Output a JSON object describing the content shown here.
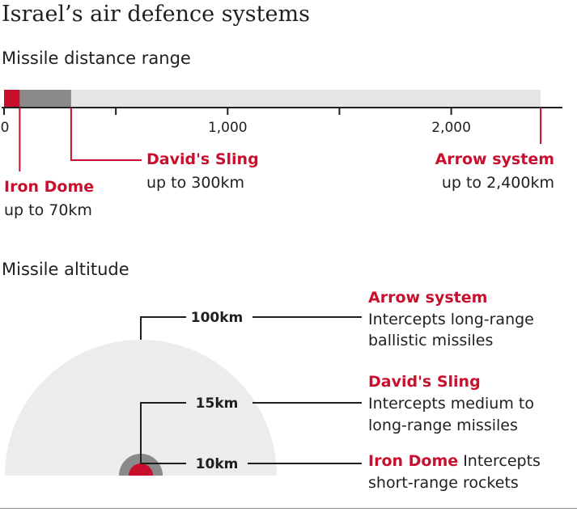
{
  "title": "Israel’s air defence systems",
  "chart_data": [
    {
      "type": "bar",
      "title": "Missile distance range",
      "xlim": [
        0,
        2400
      ],
      "ticks": [
        0,
        500,
        1000,
        1500,
        2000
      ],
      "tick_labels": [
        "0",
        "",
        "1,000",
        "",
        "2,000"
      ],
      "series": [
        {
          "name": "Iron Dome",
          "range_km": 70,
          "label": "up to 70km",
          "color": "#c8102e"
        },
        {
          "name": "David's Sling",
          "range_km": 300,
          "label": "up to 300km",
          "color": "#8a8a8a"
        },
        {
          "name": "Arrow system",
          "range_km": 2400,
          "label": "up to 2,400km",
          "color": "#e5e5e5"
        }
      ]
    },
    {
      "type": "diagram",
      "title": "Missile altitude",
      "systems": [
        {
          "name": "Arrow system",
          "altitude_km": 100,
          "altitude_label": "100km",
          "desc_lines": [
            "Intercepts long-range",
            "ballistic missiles"
          ],
          "color": "#ececec"
        },
        {
          "name": "David's Sling",
          "altitude_km": 15,
          "altitude_label": "15km",
          "desc_lines": [
            "Intercepts medium to",
            "long-range missiles"
          ],
          "color": "#8a8a8a"
        },
        {
          "name": "Iron Dome",
          "altitude_km": 10,
          "altitude_label": "10km",
          "desc_inline": " Intercepts",
          "desc_lines": [
            "short-range rockets"
          ],
          "color": "#c8102e"
        }
      ]
    }
  ],
  "colors": {
    "accent": "#c8102e",
    "text": "#1f1f1f",
    "axis": "#1f1f1f"
  }
}
